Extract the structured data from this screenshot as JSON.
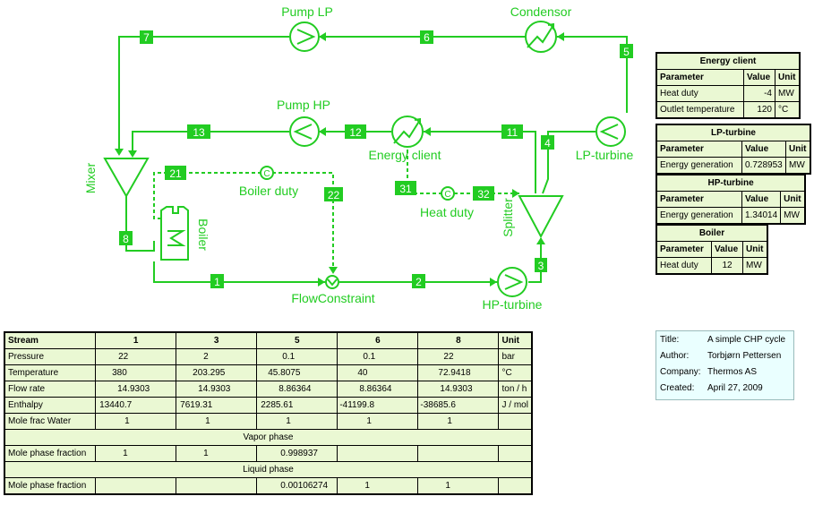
{
  "diagram": {
    "units": {
      "pump_lp": "Pump LP",
      "condensor": "Condensor",
      "pump_hp": "Pump HP",
      "energy_client": "Energy client",
      "lp_turbine": "LP-turbine",
      "mixer": "Mixer",
      "boiler": "Boiler",
      "boiler_duty": "Boiler duty",
      "heat_duty": "Heat duty",
      "splitter": "Splitter",
      "flow_constraint": "FlowConstraint",
      "hp_turbine": "HP-turbine"
    },
    "streams": {
      "s1": "1",
      "s2": "2",
      "s3": "3",
      "s4": "4",
      "s5": "5",
      "s6": "6",
      "s7": "7",
      "s8": "8",
      "s11": "11",
      "s12": "12",
      "s13": "13",
      "s21": "21",
      "s22": "22",
      "s31": "31",
      "s32": "32"
    },
    "color": "#22cc22"
  },
  "energy_client_table": {
    "title": "Energy client",
    "headers": [
      "Parameter",
      "Value",
      "Unit"
    ],
    "rows": [
      {
        "param": "Heat duty",
        "value": "-4",
        "unit": "MW"
      },
      {
        "param": "Outlet temperature",
        "value": "120",
        "unit": "°C"
      }
    ]
  },
  "lp_turbine_table": {
    "title": "LP-turbine",
    "headers": [
      "Parameter",
      "Value",
      "Unit"
    ],
    "rows": [
      {
        "param": "Energy generation",
        "value": "0.728953",
        "unit": "MW"
      }
    ]
  },
  "hp_turbine_table": {
    "title": "HP-turbine",
    "headers": [
      "Parameter",
      "Value",
      "Unit"
    ],
    "rows": [
      {
        "param": "Energy generation",
        "value": "1.34014",
        "unit": "MW"
      }
    ]
  },
  "boiler_table": {
    "title": "Boiler",
    "headers": [
      "Parameter",
      "Value",
      "Unit"
    ],
    "rows": [
      {
        "param": "Heat duty",
        "value": "12",
        "unit": "MW"
      }
    ]
  },
  "stream_table": {
    "headers": [
      "Stream",
      "1",
      "3",
      "5",
      "6",
      "8",
      "Unit"
    ],
    "rows": [
      {
        "label": "Pressure",
        "values": [
          "22",
          "2",
          "0.1",
          "0.1",
          "22"
        ],
        "unit": "bar"
      },
      {
        "label": "Temperature",
        "values": [
          "380",
          "203.295",
          "45.8075",
          "40",
          "72.9418"
        ],
        "unit": "°C"
      },
      {
        "label": "Flow rate",
        "values": [
          "14.9303",
          "14.9303",
          "8.86364",
          "8.86364",
          "14.9303"
        ],
        "unit": "ton / h"
      },
      {
        "label": "Enthalpy",
        "values": [
          "13440.7",
          "7619.31",
          "2285.61",
          "-41199.8",
          "-38685.6"
        ],
        "unit": "J / mol"
      },
      {
        "label": "Mole frac Water",
        "values": [
          "1",
          "1",
          "1",
          "1",
          "1"
        ],
        "unit": ""
      }
    ],
    "vapor_title": "Vapor phase",
    "vapor_row": {
      "label": "Mole phase fraction",
      "values": [
        "1",
        "1",
        "0.998937",
        "",
        ""
      ],
      "unit": ""
    },
    "liquid_title": "Liquid phase",
    "liquid_row": {
      "label": "Mole phase fraction",
      "values": [
        "",
        "",
        "0.00106274",
        "1",
        "1"
      ],
      "unit": ""
    }
  },
  "info": {
    "title_label": "Title:",
    "title_value": "A simple CHP cycle",
    "author_label": "Author:",
    "author_value": "Torbjørn Pettersen",
    "company_label": "Company:",
    "company_value": "Thermos AS",
    "created_label": "Created:",
    "created_value": "April 27, 2009"
  }
}
